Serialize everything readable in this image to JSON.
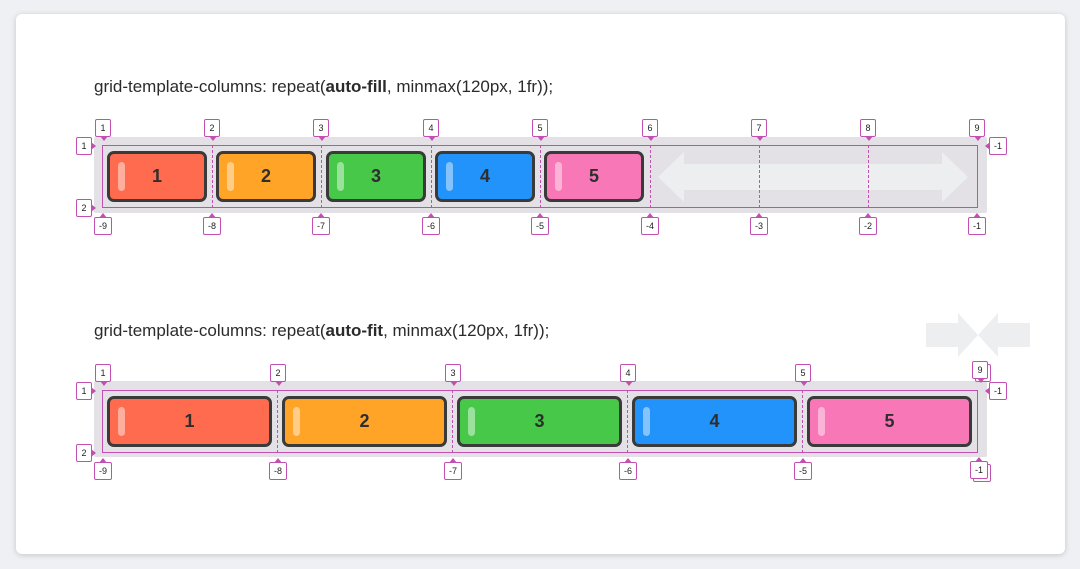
{
  "colors": {
    "item_1": "#ff6b4e",
    "item_2": "#ffa427",
    "item_3": "#47c849",
    "item_4": "#2293fa",
    "item_5": "#f877b7",
    "grid_line": "#c44fb2",
    "track": "#e3e1e6",
    "arrow": "#eceef0"
  },
  "auto_fill": {
    "title_prefix": "grid-template-columns: repeat(",
    "title_keyword": "auto-fill",
    "title_suffix": ", minmax(120px, 1fr));",
    "items": [
      "1",
      "2",
      "3",
      "4",
      "5"
    ],
    "top_line_numbers": [
      "1",
      "2",
      "3",
      "4",
      "5",
      "6",
      "7",
      "8",
      "9"
    ],
    "bottom_line_numbers": [
      "-9",
      "-8",
      "-7",
      "-6",
      "-5",
      "-4",
      "-3",
      "-2",
      "-1"
    ],
    "row_start_label": "1",
    "row_end_label": "2",
    "right_label": "-1",
    "empty_tracks_icon": "double-arrow-expand-icon"
  },
  "auto_fit": {
    "title_prefix": "grid-template-columns: repeat(",
    "title_keyword": "auto-fit",
    "title_suffix": ", minmax(120px, 1fr));",
    "items": [
      "1",
      "2",
      "3",
      "4",
      "5"
    ],
    "top_line_numbers": [
      "1",
      "2",
      "3",
      "4",
      "5",
      "9"
    ],
    "bottom_line_numbers": [
      "-9",
      "-8",
      "-7",
      "-6",
      "-5",
      "-1"
    ],
    "row_start_label": "1",
    "row_end_label": "2",
    "right_label": "-1",
    "collapse_icon": "arrows-collapse-icon"
  }
}
